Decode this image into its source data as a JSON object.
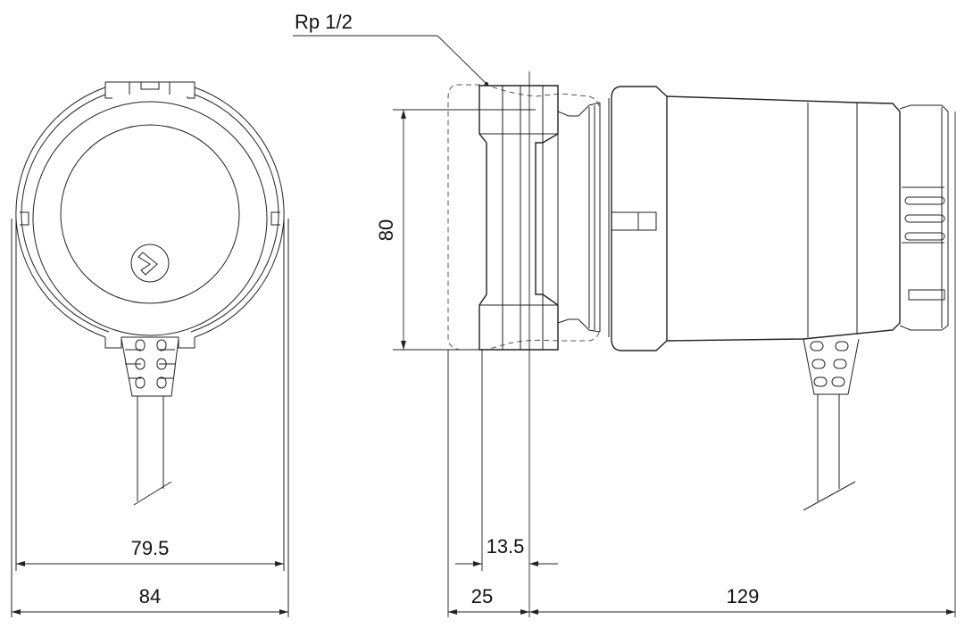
{
  "drawing": {
    "thread_label": "Rp 1/2",
    "dimensions": {
      "inner_width": "79.5",
      "outer_width": "84",
      "height": "80",
      "port_offset": "13.5",
      "flange_depth": "25",
      "motor_length": "129"
    }
  }
}
